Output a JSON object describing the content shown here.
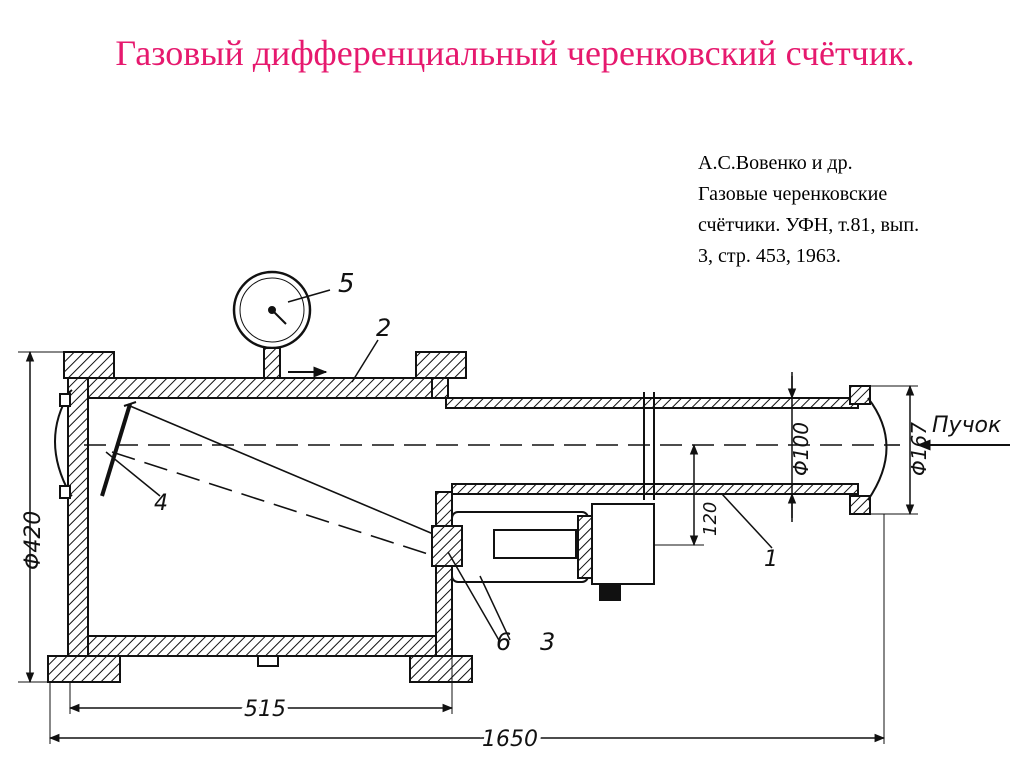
{
  "title": "Газовый дифференциальный черенковский счётчик.",
  "citation": [
    "А.С.Вовенко и др.",
    "Газовые черенковские",
    "счётчики. УФН, т.81, вып.",
    "3, стр. 453, 1963."
  ],
  "diagram": {
    "part_labels": {
      "p1": "1",
      "p2": "2",
      "p3": "3",
      "p4": "4",
      "p5": "5",
      "p6": "6"
    },
    "dimensions": {
      "overall_diameter": "Φ420",
      "pipe_inner_diameter": "Φ100",
      "flange_diameter": "Φ167",
      "offset": "120",
      "chamber_length": "515",
      "total_length": "1650"
    },
    "beam_label": "Пучок"
  }
}
